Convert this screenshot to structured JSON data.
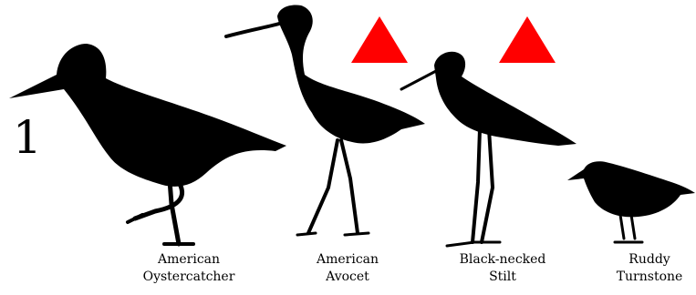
{
  "figure": {
    "number": "1",
    "birds": [
      {
        "id": "american-oystercatcher",
        "line1": "American",
        "line2": "Oystercatcher",
        "marker": "none"
      },
      {
        "id": "american-avocet",
        "line1": "American",
        "line2": "Avocet",
        "marker": "red-triangle"
      },
      {
        "id": "black-necked-stilt",
        "line1": "Black-necked",
        "line2": "Stilt",
        "marker": "red-triangle"
      },
      {
        "id": "ruddy-turnstone",
        "line1": "Ruddy",
        "line2": "Turnstone",
        "marker": "none"
      }
    ]
  },
  "colors": {
    "silhouette": "#000000",
    "marker": "#ff0000",
    "background": "#ffffff"
  }
}
